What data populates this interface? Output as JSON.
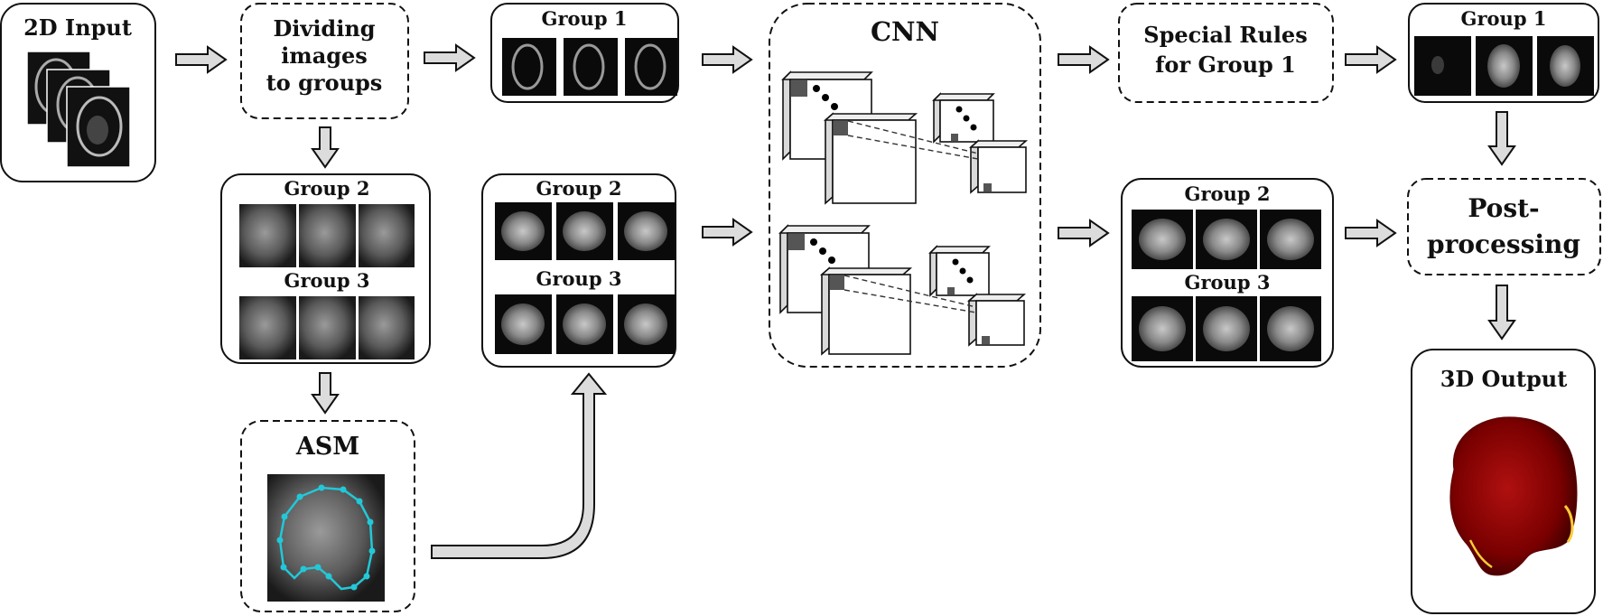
{
  "labels": {
    "input": "2D Input",
    "dividing": [
      "Dividing",
      "images",
      "to groups"
    ],
    "group1": "Group 1",
    "group2": "Group 2",
    "group3": "Group 3",
    "asm": "ASM",
    "cnn": "CNN",
    "special": [
      "Special Rules",
      "for Group 1"
    ],
    "post": [
      "Post-",
      "processing"
    ],
    "output": "3D Output"
  },
  "colors": {
    "arrow_fill": "#dcdcdc",
    "asm_contour": "#22c8d8",
    "output_volume": "#8b0000",
    "output_highlight": "#ffcc33"
  }
}
